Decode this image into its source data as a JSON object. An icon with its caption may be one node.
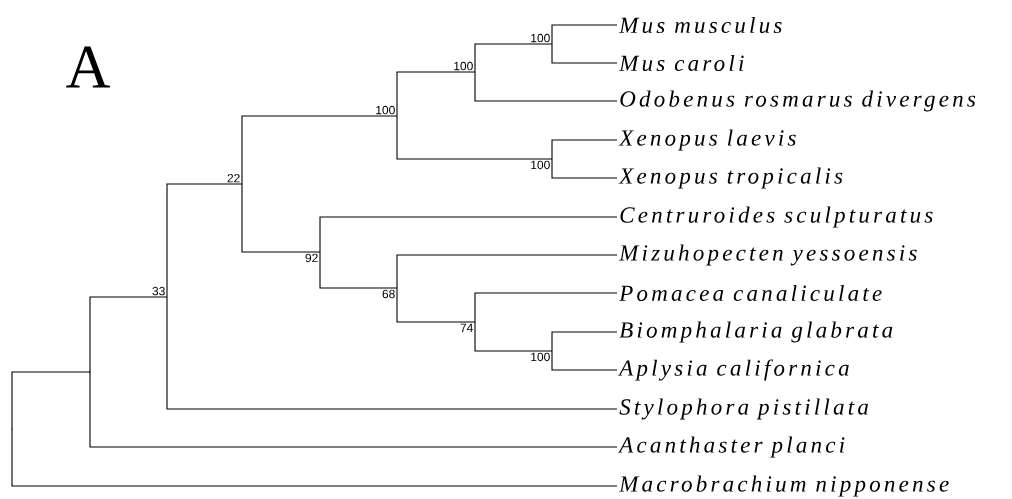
{
  "diagram": {
    "nodes": [
      {
        "text": [
          "Mus musculus"
        ]
      },
      {
        "text": [
          "Mus caroli"
        ]
      },
      {
        "text": [
          "Odobenus rosmarus divergens"
        ]
      },
      {
        "text": [
          "Xenopus laevis"
        ]
      },
      {
        "text": [
          "Xenopus tropicalis"
        ]
      },
      {
        "text": [
          "Centruroides sculpturatus"
        ]
      },
      {
        "text": [
          "Mizuhopecten yessoensis"
        ]
      },
      {
        "text": [
          "Pomacea canaliculate"
        ]
      },
      {
        "text": [
          "Biomphalaria glabrata"
        ]
      },
      {
        "text": [
          "Aplysia californica"
        ]
      },
      {
        "text": [
          "Stylophora pistillata"
        ]
      },
      {
        "text": [
          "Acanthaster planci"
        ]
      },
      {
        "text": [
          "Macrobrachium nipponense"
        ]
      },
      {
        "text": [
          "100"
        ]
      },
      {
        "text": [
          "100"
        ]
      },
      {
        "text": [
          "100"
        ]
      },
      {
        "text": [
          "100"
        ]
      },
      {
        "text": [
          "22"
        ]
      },
      {
        "text": [
          "92"
        ]
      },
      {
        "text": [
          "68"
        ]
      },
      {
        "text": [
          "74"
        ]
      },
      {
        "text": [
          "100"
        ]
      },
      {
        "text": [
          "33"
        ]
      },
      {
        "text": [],
        "shape": "point"
      },
      {
        "text": [],
        "shape": "point"
      }
    ],
    "edges": [
      {
        "from": 13,
        "to": 0,
        "arrow": "none"
      },
      {
        "from": 13,
        "to": 1,
        "arrow": "none"
      },
      {
        "from": 14,
        "to": 13,
        "arrow": "none"
      },
      {
        "from": 14,
        "to": 2,
        "arrow": "none"
      },
      {
        "from": 15,
        "to": 14,
        "arrow": "none"
      },
      {
        "from": 15,
        "to": 16,
        "arrow": "none"
      },
      {
        "from": 16,
        "to": 3,
        "arrow": "none"
      },
      {
        "from": 16,
        "to": 4,
        "arrow": "none"
      },
      {
        "from": 17,
        "to": 15,
        "arrow": "none"
      },
      {
        "from": 17,
        "to": 18,
        "arrow": "none"
      },
      {
        "from": 18,
        "to": 5,
        "arrow": "none"
      },
      {
        "from": 18,
        "to": 19,
        "arrow": "none"
      },
      {
        "from": 19,
        "to": 6,
        "arrow": "none"
      },
      {
        "from": 19,
        "to": 20,
        "arrow": "none"
      },
      {
        "from": 20,
        "to": 7,
        "arrow": "none"
      },
      {
        "from": 20,
        "to": 21,
        "arrow": "none"
      },
      {
        "from": 21,
        "to": 8,
        "arrow": "none"
      },
      {
        "from": 21,
        "to": 9,
        "arrow": "none"
      },
      {
        "from": 22,
        "to": 17,
        "arrow": "none"
      },
      {
        "from": 22,
        "to": 10,
        "arrow": "none"
      },
      {
        "from": 23,
        "to": 22,
        "arrow": "none"
      },
      {
        "from": 23,
        "to": 11,
        "arrow": "none"
      },
      {
        "from": 24,
        "to": 23,
        "arrow": "none"
      },
      {
        "from": 24,
        "to": 12,
        "arrow": "none"
      }
    ],
    "labels": [
      "A"
    ]
  }
}
